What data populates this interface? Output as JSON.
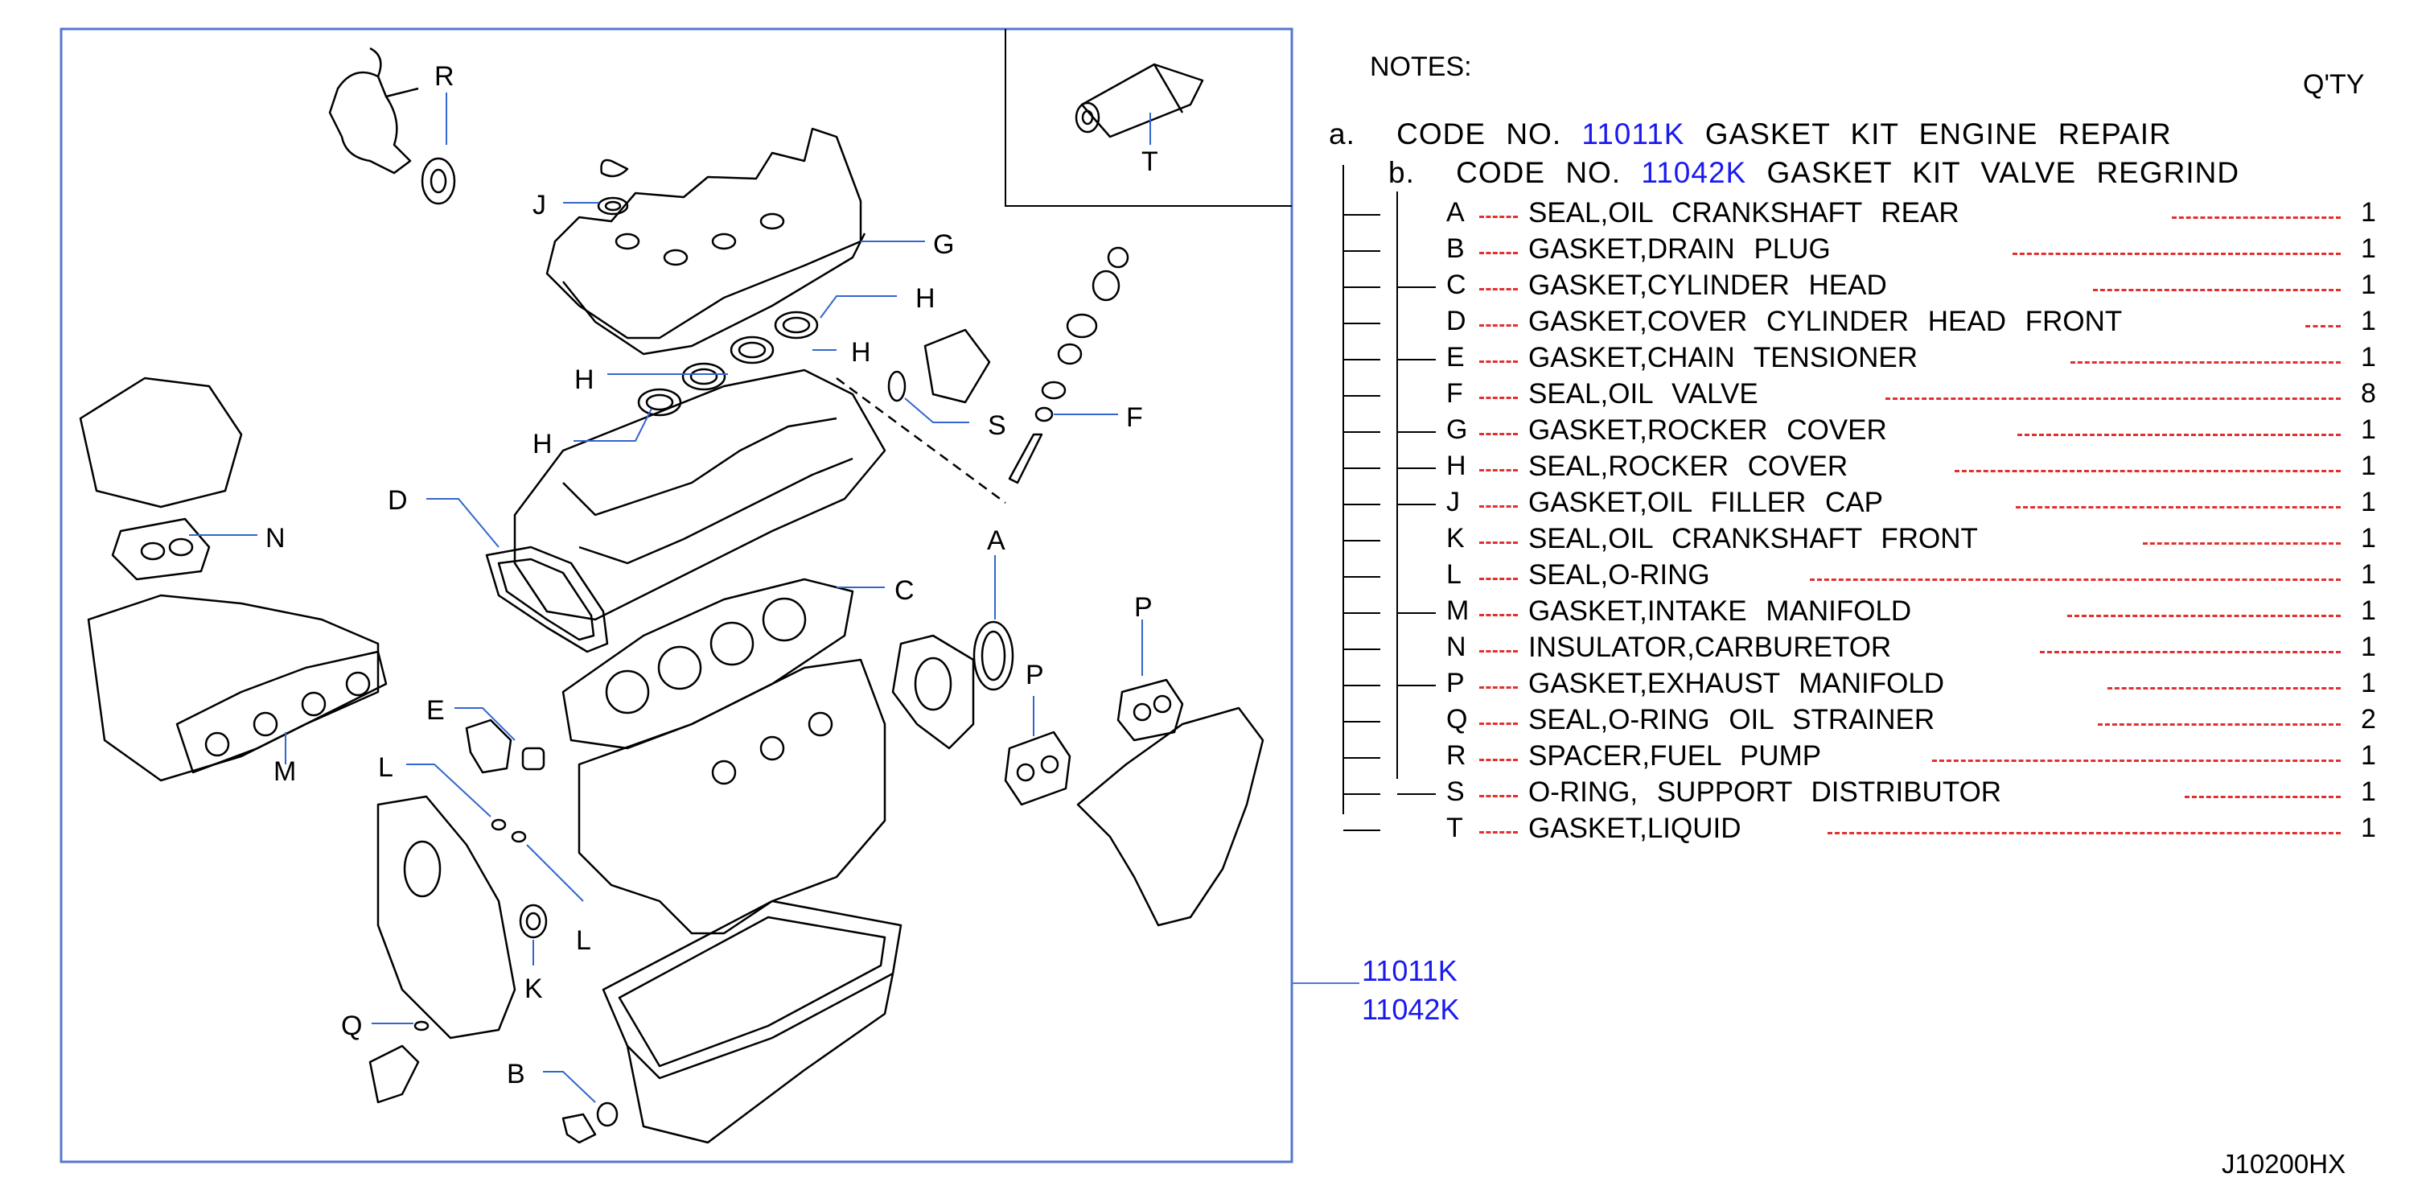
{
  "notes_title": "NOTES:",
  "qty_header": "Q'TY",
  "kit_a": {
    "prefix": "a.",
    "label": "CODE  NO.",
    "code": "11011K",
    "desc": "GASKET  KIT  ENGINE  REPAIR"
  },
  "kit_b": {
    "prefix": "b.",
    "label": "CODE  NO.",
    "code": "11042K",
    "desc": "GASKET  KIT  VALVE  REGRIND"
  },
  "parts": [
    {
      "letter": "A",
      "desc": "SEAL,OIL  CRANKSHAFT  REAR",
      "qty": "1"
    },
    {
      "letter": "B",
      "desc": "GASKET,DRAIN  PLUG",
      "qty": "1"
    },
    {
      "letter": "C",
      "desc": "GASKET,CYLINDER  HEAD",
      "qty": "1"
    },
    {
      "letter": "D",
      "desc": "GASKET,COVER  CYLINDER  HEAD  FRONT",
      "qty": "1"
    },
    {
      "letter": "E",
      "desc": "GASKET,CHAIN  TENSIONER",
      "qty": "1"
    },
    {
      "letter": "F",
      "desc": "SEAL,OIL  VALVE",
      "qty": "8"
    },
    {
      "letter": "G",
      "desc": "GASKET,ROCKER  COVER",
      "qty": "1"
    },
    {
      "letter": "H",
      "desc": "SEAL,ROCKER  COVER",
      "qty": "1"
    },
    {
      "letter": "J",
      "desc": "GASKET,OIL  FILLER  CAP",
      "qty": "1"
    },
    {
      "letter": "K",
      "desc": "SEAL,OIL  CRANKSHAFT  FRONT",
      "qty": "1"
    },
    {
      "letter": "L",
      "desc": "SEAL,O-RING",
      "qty": "1"
    },
    {
      "letter": "M",
      "desc": "GASKET,INTAKE  MANIFOLD",
      "qty": "1"
    },
    {
      "letter": "N",
      "desc": "INSULATOR,CARBURETOR",
      "qty": "1"
    },
    {
      "letter": "P",
      "desc": "GASKET,EXHAUST  MANIFOLD",
      "qty": "1"
    },
    {
      "letter": "Q",
      "desc": "SEAL,O-RING  OIL  STRAINER",
      "qty": "2"
    },
    {
      "letter": "R",
      "desc": "SPACER,FUEL  PUMP",
      "qty": "1"
    },
    {
      "letter": "S",
      "desc": "O-RING,  SUPPORT  DISTRIBUTOR",
      "qty": "1"
    },
    {
      "letter": "T",
      "desc": "GASKET,LIQUID",
      "qty": "1"
    }
  ],
  "callouts": {
    "R": "R",
    "J": "J",
    "G": "G",
    "H": "H",
    "S": "S",
    "F": "F",
    "D": "D",
    "N": "N",
    "A": "A",
    "C": "C",
    "P": "P",
    "E": "E",
    "M": "M",
    "L": "L",
    "K": "K",
    "Q": "Q",
    "B": "B",
    "T": "T"
  },
  "kit_links": [
    "11011K",
    "11042K"
  ],
  "diagram_id": "J10200HX",
  "colors": {
    "accent_blue": "#1a1aee",
    "leader_red": "#e03030",
    "frame_blue": "#5577cc"
  }
}
